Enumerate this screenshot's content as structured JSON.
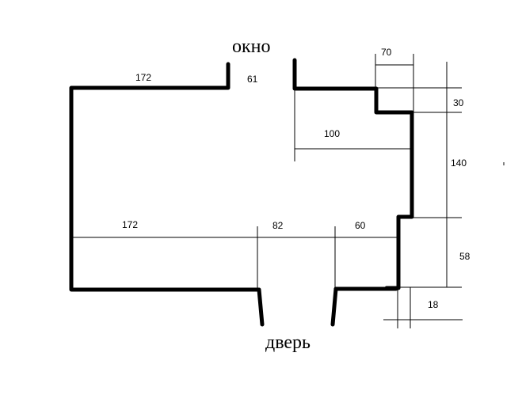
{
  "labels": {
    "window": "окно",
    "door": "дверь"
  },
  "dimensions": {
    "top_left_wall": "172",
    "window_width": "61",
    "niche_top_width": "70",
    "niche_depth": "30",
    "right_offset_width": "100",
    "right_wall_height": "140",
    "bottom_left": "172",
    "door_width": "82",
    "bottom_right": "60",
    "lower_right_height": "58",
    "lower_step_width": "18"
  }
}
